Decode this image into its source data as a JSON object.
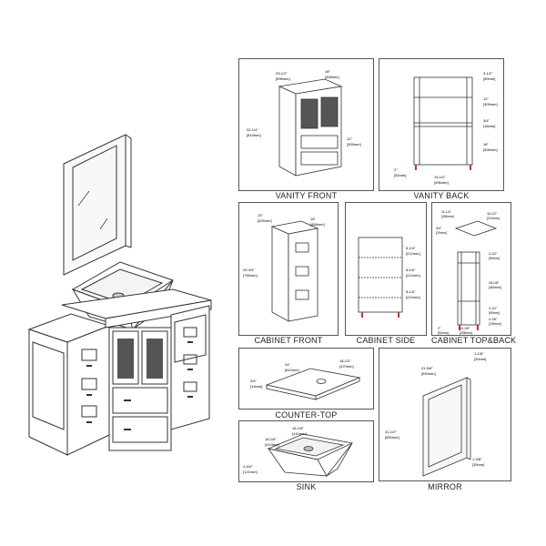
{
  "views": {
    "vanity_front": {
      "caption": "VANITY FRONT",
      "width": "23-1/2\"",
      "width_mm": "[596mm]",
      "depth": "18\"",
      "depth_mm": "[458mm]",
      "height": "32-1/4\"",
      "height_mm": "[819mm]",
      "drawer": "12\"",
      "drawer_mm": "[305mm]"
    },
    "vanity_back": {
      "caption": "VANITY BACK",
      "top": "3-1/2\"",
      "top_mm": "[90mm]",
      "gap": "12\"",
      "gap_mm": "[305mm]",
      "shelf": "3/4\"",
      "shelf_mm": "[18mm]",
      "lower": "16\"",
      "lower_mm": "[406mm]",
      "foot": "2\"",
      "foot_mm": "[52mm]",
      "width": "19-1/2\"",
      "width_mm": "[496mm]"
    },
    "cabinet_front": {
      "caption": "CABINET FRONT",
      "width": "13\"",
      "width_mm": "[325mm]",
      "depth": "18\"",
      "depth_mm": "[458mm]",
      "height": "29-3/4\"",
      "height_mm": "[755mm]"
    },
    "cabinet_side": {
      "caption": "CABINET SIDE",
      "s1": "8-1/4\"",
      "s1_mm": "[212mm]",
      "s2": "8-1/4\"",
      "s2_mm": "[212mm]",
      "s3": "8-1/4\"",
      "s3_mm": "[212mm]"
    },
    "cabinet_top_back": {
      "caption": "CABINET TOP&BACK",
      "a": "11-1/4\"",
      "a_mm": "[286mm]",
      "b": "16-1/2\"",
      "b_mm": "[419mm]",
      "c": "3/4\"",
      "c_mm": "[19mm]",
      "d": "3-1/2\"",
      "d_mm": "[90mm]",
      "e": "18-1/8\"",
      "e_mm": "[460mm]",
      "f": "3-1/2\"",
      "f_mm": "[90mm]",
      "g": "4-1/8\"",
      "g_mm": "[105mm]",
      "h": "2\"",
      "h_mm": "[52mm]",
      "i": "10-1/8\"",
      "i_mm": "[258mm]"
    },
    "counter_top": {
      "caption": "COUNTER-TOP",
      "width": "24\"",
      "width_mm": "[610mm]",
      "depth": "18-1/2\"",
      "depth_mm": "[470mm]",
      "thick": "3/4\"",
      "thick_mm": "[19mm]"
    },
    "mirror": {
      "caption": "MIRROR",
      "a": "1-1/8\"",
      "a_mm": "[30mm]",
      "width": "21-5/8\"",
      "width_mm": "[549mm]",
      "height": "31-1/2\"",
      "height_mm": "[800mm]",
      "b": "1-3/8\"",
      "b_mm": "[35mm]"
    },
    "sink": {
      "caption": "SINK",
      "width": "16-1/8\"",
      "width_mm": "[410mm]",
      "depth": "16-1/8\"",
      "depth_mm": "[410mm]",
      "height": "4-3/4\"",
      "height_mm": "[121mm]"
    }
  }
}
